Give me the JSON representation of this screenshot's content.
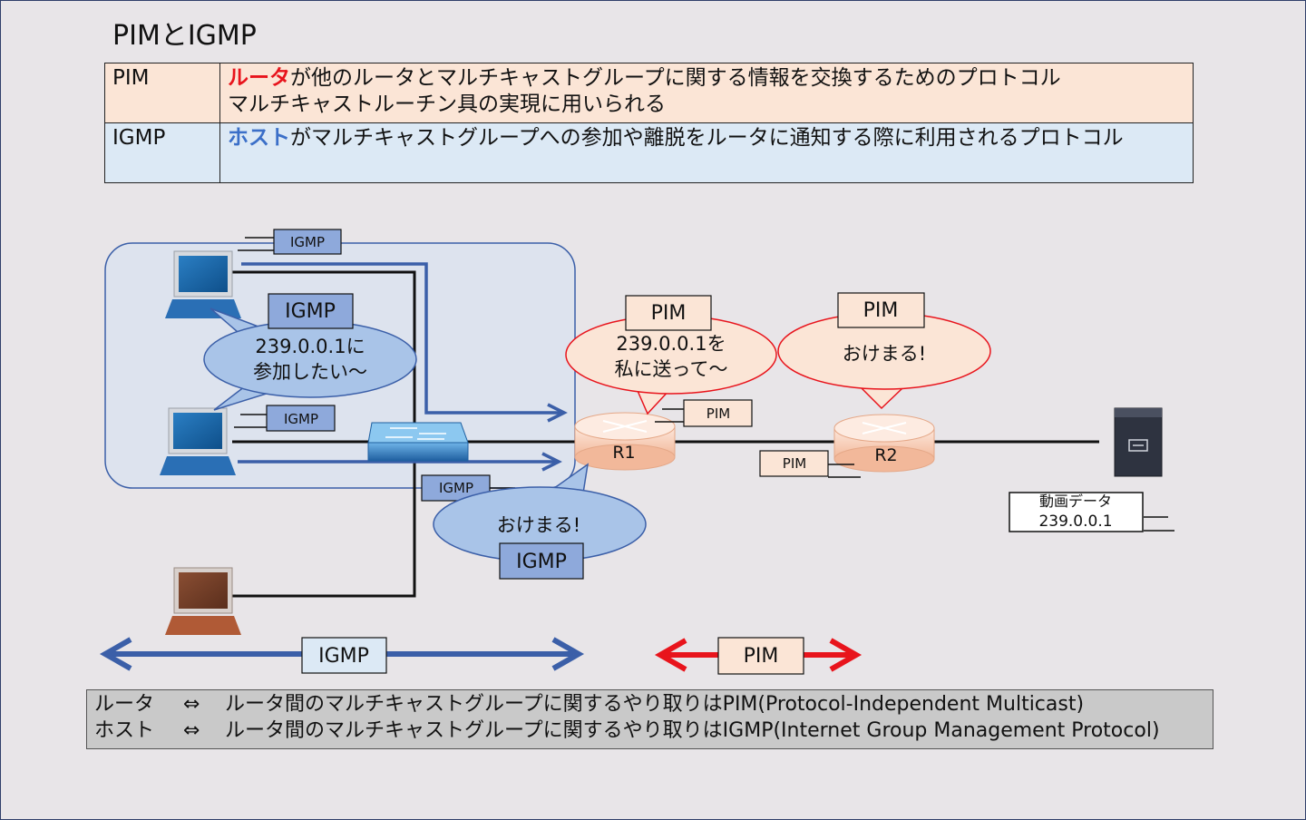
{
  "title": "PIMとIGMP",
  "definitions": [
    {
      "term": "PIM",
      "highlight": "ルータ",
      "line1_rest": "が他のルータとマルチキャストグループに関する情報を交換するためのプロトコル",
      "line2": "マルチキャストルーチン具の実現に用いられる"
    },
    {
      "term": "IGMP",
      "highlight": "ホスト",
      "line1_rest": "がマルチキャストグループへの参加や離脱をルータに通知する際に利用されるプロトコル"
    }
  ],
  "diagram": {
    "host_bubble": {
      "tag": "IGMP",
      "line1": "239.0.0.1に",
      "line2": "参加したい〜"
    },
    "r1_bubble": {
      "tag": "PIM",
      "line1": "239.0.0.1を",
      "line2": "私に送って〜"
    },
    "r2_bubble": {
      "tag": "PIM",
      "text": "おけまる!"
    },
    "switch_bubble": {
      "tag": "IGMP",
      "text": "おけまる!"
    },
    "msg_labels": {
      "igmp": "IGMP",
      "pim": "PIM"
    },
    "router1": "R1",
    "router2": "R2",
    "server_label": {
      "line1": "動画データ",
      "line2": "239.0.0.1"
    },
    "range_igmp": "IGMP",
    "range_pim": "PIM"
  },
  "summary": [
    {
      "term": "ルータ",
      "arrow": "⇔",
      "text": "ルータ間のマルチキャストグループに関するやり取りはPIM(Protocol-Independent Multicast)"
    },
    {
      "term": "ホスト",
      "arrow": "⇔",
      "text": "ルータ間のマルチキャストグループに関するやり取りはIGMP(Internet Group Management Protocol)"
    }
  ],
  "colors": {
    "igmp_blue": "#3b5fa8",
    "pim_red": "#e8141c",
    "pim_fill": "#fbe5d6",
    "igmp_fill": "#8ea9db",
    "bubble_blue": "#a9c4e8"
  }
}
